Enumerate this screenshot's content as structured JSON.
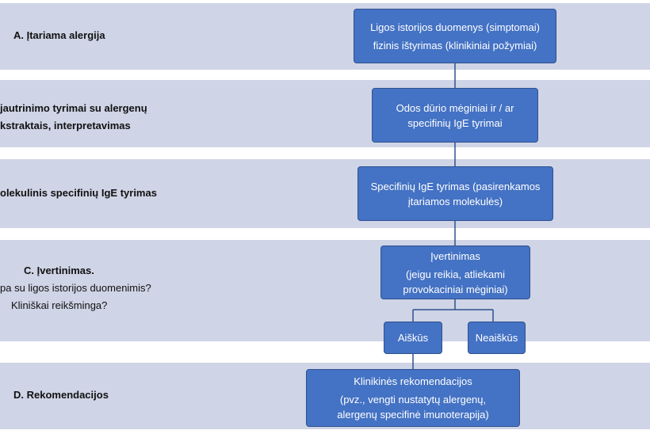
{
  "stages": {
    "a": "A. Įtariama alergija",
    "b1_line1": "jautrinimo tyrimai su alergenų",
    "b1_line2": "kstraktais, interpretavimas",
    "b2": "olekulinis specifinių IgE tyrimas",
    "c_title": "C. Įvertinimas.",
    "c_q1": "pa su ligos istorijos duomenimis?",
    "c_q2": "Kliniškai reikšminga?",
    "d": "D. Rekomendacijos"
  },
  "boxes": {
    "history_line1": "Ligos istorijos duomenys (simptomai)",
    "history_line2": "fizinis ištyrimas (klinikiniai požymiai)",
    "skin_line1": "Odos dūrio mėginiai ir / ar",
    "skin_line2": "specifinių IgE tyrimai",
    "ige_line1": "Specifinių IgE tyrimas (pasirenkamos",
    "ige_line2": "įtariamos molekulės)",
    "eval_line1": "Įvertinimas",
    "eval_line2": "(jeigu reikia, atliekami",
    "eval_line3": "provokaciniai mėginiai)",
    "clear": "Aiškūs",
    "unclear": "Neaiškūs",
    "rec_line1": "Klinikinės rekomendacijos",
    "rec_line2": "(pvz., vengti nustatytų alergenų,",
    "rec_line3": "alergenų specifinė imunoterapija)"
  },
  "colors": {
    "band": "#cfd4e6",
    "box_fill": "#4472c4",
    "box_border": "#2f528f",
    "connector": "#2f528f"
  }
}
